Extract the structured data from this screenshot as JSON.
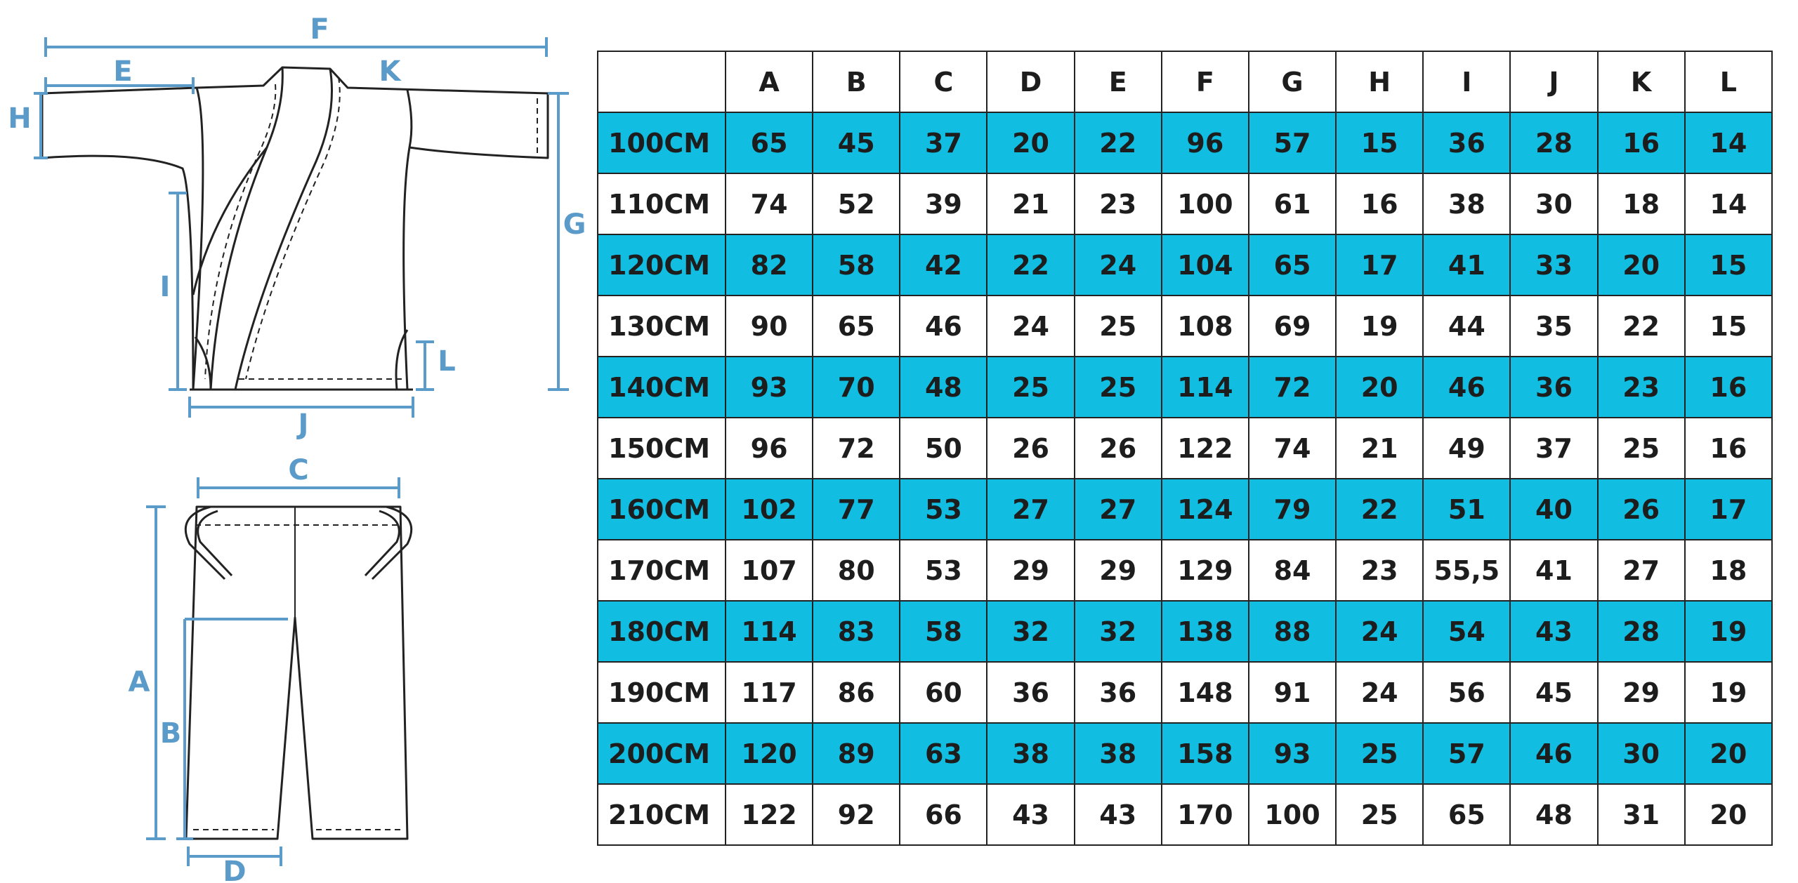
{
  "diagram": {
    "jacket_labels": {
      "F": "F",
      "E": "E",
      "K": "K",
      "H": "H",
      "G": "G",
      "I": "I",
      "L": "L",
      "J": "J"
    },
    "pants_labels": {
      "C": "C",
      "A": "A",
      "B": "B",
      "D": "D"
    },
    "accent_color": "#5b9bc9"
  },
  "table": {
    "columns": [
      "A",
      "B",
      "C",
      "D",
      "E",
      "F",
      "G",
      "H",
      "I",
      "J",
      "K",
      "L"
    ],
    "highlight_color": "#11bde0",
    "rows": [
      {
        "size": "100CM",
        "values": [
          "65",
          "45",
          "37",
          "20",
          "22",
          "96",
          "57",
          "15",
          "36",
          "28",
          "16",
          "14"
        ]
      },
      {
        "size": "110CM",
        "values": [
          "74",
          "52",
          "39",
          "21",
          "23",
          "100",
          "61",
          "16",
          "38",
          "30",
          "18",
          "14"
        ]
      },
      {
        "size": "120CM",
        "values": [
          "82",
          "58",
          "42",
          "22",
          "24",
          "104",
          "65",
          "17",
          "41",
          "33",
          "20",
          "15"
        ]
      },
      {
        "size": "130CM",
        "values": [
          "90",
          "65",
          "46",
          "24",
          "25",
          "108",
          "69",
          "19",
          "44",
          "35",
          "22",
          "15"
        ]
      },
      {
        "size": "140CM",
        "values": [
          "93",
          "70",
          "48",
          "25",
          "25",
          "114",
          "72",
          "20",
          "46",
          "36",
          "23",
          "16"
        ]
      },
      {
        "size": "150CM",
        "values": [
          "96",
          "72",
          "50",
          "26",
          "26",
          "122",
          "74",
          "21",
          "49",
          "37",
          "25",
          "16"
        ]
      },
      {
        "size": "160CM",
        "values": [
          "102",
          "77",
          "53",
          "27",
          "27",
          "124",
          "79",
          "22",
          "51",
          "40",
          "26",
          "17"
        ]
      },
      {
        "size": "170CM",
        "values": [
          "107",
          "80",
          "53",
          "29",
          "29",
          "129",
          "84",
          "23",
          "55,5",
          "41",
          "27",
          "18"
        ]
      },
      {
        "size": "180CM",
        "values": [
          "114",
          "83",
          "58",
          "32",
          "32",
          "138",
          "88",
          "24",
          "54",
          "43",
          "28",
          "19"
        ]
      },
      {
        "size": "190CM",
        "values": [
          "117",
          "86",
          "60",
          "36",
          "36",
          "148",
          "91",
          "24",
          "56",
          "45",
          "29",
          "19"
        ]
      },
      {
        "size": "200CM",
        "values": [
          "120",
          "89",
          "63",
          "38",
          "38",
          "158",
          "93",
          "25",
          "57",
          "46",
          "30",
          "20"
        ]
      },
      {
        "size": "210CM",
        "values": [
          "122",
          "92",
          "66",
          "43",
          "43",
          "170",
          "100",
          "25",
          "65",
          "48",
          "31",
          "20"
        ]
      }
    ]
  }
}
